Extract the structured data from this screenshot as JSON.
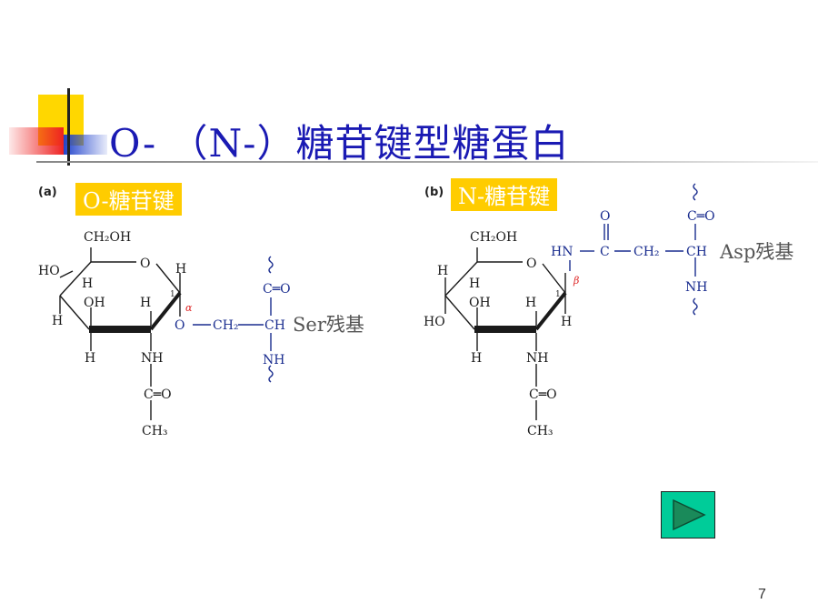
{
  "slide": {
    "title": "O- （N-）糖苷键型糖蛋白",
    "page_number": "7",
    "accent_colors": {
      "title": "#1a1ab3",
      "tag_bg": "#ffcc00",
      "nav_button": "#00cc99",
      "decor_yellow": "#ffd700",
      "decor_red": "#ee2222",
      "decor_blue": "#2244cc"
    },
    "nav_button_icon": "play-triangle-icon"
  },
  "panel_a": {
    "label": "(a)",
    "tag": "O-糖苷键",
    "residue": "Ser残基",
    "sugar": {
      "ch2oh": "CH₂OH",
      "ring_o": "O",
      "ho": "HO",
      "h": "H",
      "oh": "OH",
      "nh": "NH",
      "co": "C═O",
      "ch3": "CH₃",
      "c1": "1",
      "anomer": "α"
    },
    "peptide": {
      "o_link": "O",
      "ch2": "CH₂",
      "ch": "CH",
      "co": "C═O",
      "nh": "NH"
    }
  },
  "panel_b": {
    "label": "(b)",
    "tag": "N-糖苷键",
    "residue": "Asp残基",
    "sugar": {
      "ch2oh": "CH₂OH",
      "ring_o": "O",
      "ho": "HO",
      "h": "H",
      "oh": "OH",
      "nh": "NH",
      "co": "C═O",
      "ch3": "CH₃",
      "c1": "1",
      "anomer": "β"
    },
    "peptide": {
      "hn": "HN",
      "c": "C",
      "o": "O",
      "ch2": "CH₂",
      "ch": "CH",
      "co": "C═O",
      "nh": "NH"
    }
  }
}
